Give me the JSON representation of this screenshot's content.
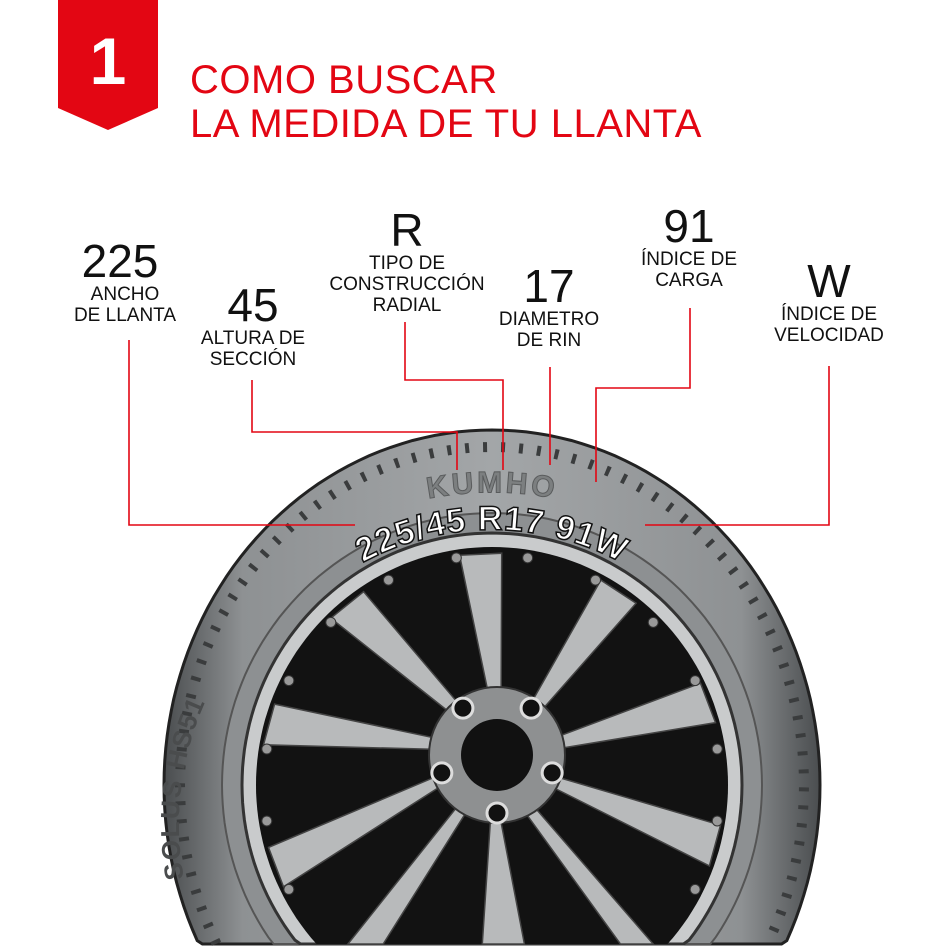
{
  "badge": {
    "number": "1"
  },
  "title": {
    "line1": "COMO BUSCAR",
    "line2": "LA MEDIDA DE TU LLANTA"
  },
  "labels": [
    {
      "value": "225",
      "line1": "ANCHO",
      "line2": "DE LLANTA"
    },
    {
      "value": "45",
      "line1": "ALTURA DE",
      "line2": "SECCIÓN"
    },
    {
      "value": "R",
      "line1": "TIPO DE",
      "line2": "CONSTRUCCIÓN",
      "line3": "RADIAL"
    },
    {
      "value": "17",
      "line1": "DIAMETRO",
      "line2": "DE RIN"
    },
    {
      "value": "91",
      "line1": "ÍNDICE DE",
      "line2": "CARGA"
    },
    {
      "value": "W",
      "line1": "ÍNDICE DE",
      "line2": "VELOCIDAD"
    }
  ],
  "tire": {
    "brand": "KUMHO",
    "size_code": "225/45 R17 91W",
    "model": "SOLUS HS51"
  },
  "colors": {
    "accent": "#e30613"
  }
}
